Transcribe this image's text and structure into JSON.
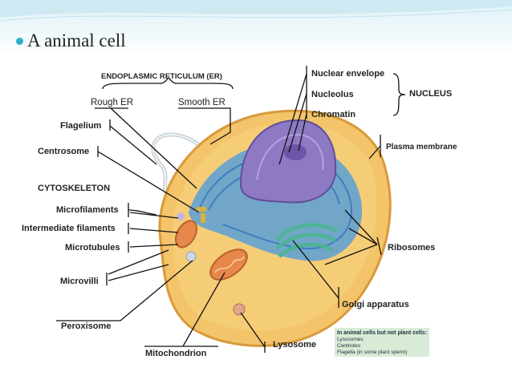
{
  "slide": {
    "title": "A animal cell"
  },
  "labels": {
    "er_group": "ENDOPLASMIC RETICULUM (ER)",
    "rough_er": "Rough ER",
    "smooth_er": "Smooth ER",
    "flagelium": "Flagelium",
    "centrosome": "Centrosome",
    "cytoskeleton": "CYTOSKELETON",
    "microfilaments": "Microfilaments",
    "intermediate_filaments": "Intermediate filaments",
    "microtubules": "Microtubules",
    "microvilli": "Microvilli",
    "peroxisome": "Peroxisome",
    "mitochondrion": "Mitochondrion",
    "lysosome": "Lysosome",
    "golgi": "Golgi apparatus",
    "ribosomes": "Ribosomes",
    "plasma_membrane": "Plasma membrane",
    "nuclear_envelope": "Nuclear envelope",
    "nucleolus": "Nucleolus",
    "chromatin": "Chromatin",
    "nucleus": "NUCLEUS"
  },
  "infobox": {
    "heading": "In animal cells but not plant cells:",
    "items": [
      "Lysosomes",
      "Centrioles",
      "Flagella (in some plant sperm)"
    ]
  },
  "colors": {
    "accent": "#2bb0c9",
    "cytoplasm": "#f3c46a",
    "er": "#5b9fd6",
    "nucleus": "#8e79c4",
    "golgi": "#4fb39a",
    "mitochondrion": "#e8874a",
    "infobox": "#d8ebd6"
  }
}
